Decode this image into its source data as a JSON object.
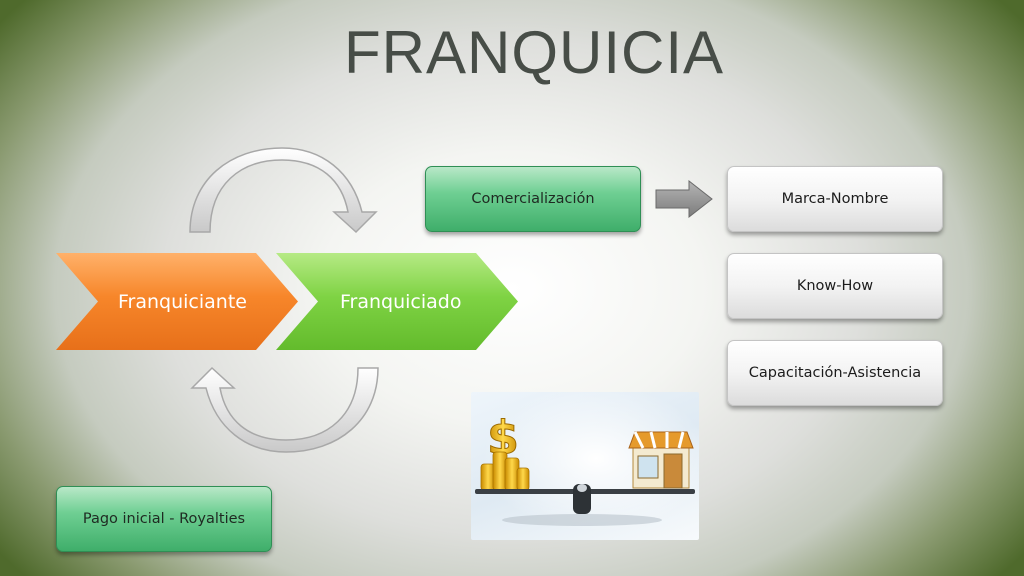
{
  "title": "FRANQUICIA",
  "chevrons": {
    "first": "Franquiciante",
    "second": "Franquiciado"
  },
  "boxes": {
    "comercializacion": "Comercialización",
    "marca": "Marca-Nombre",
    "knowhow": "Know-How",
    "capacitacion": "Capacitación-Asistencia",
    "pago": "Pago inicial - Royalties"
  },
  "colors": {
    "orange": "#f7862a",
    "light_green": "#7fd344",
    "emerald": "#4fbf7c",
    "title": "#474d47"
  },
  "icons": [
    "circular-arrow-top-icon",
    "circular-arrow-bottom-icon",
    "right-arrow-icon",
    "money-store-balance-icon"
  ]
}
